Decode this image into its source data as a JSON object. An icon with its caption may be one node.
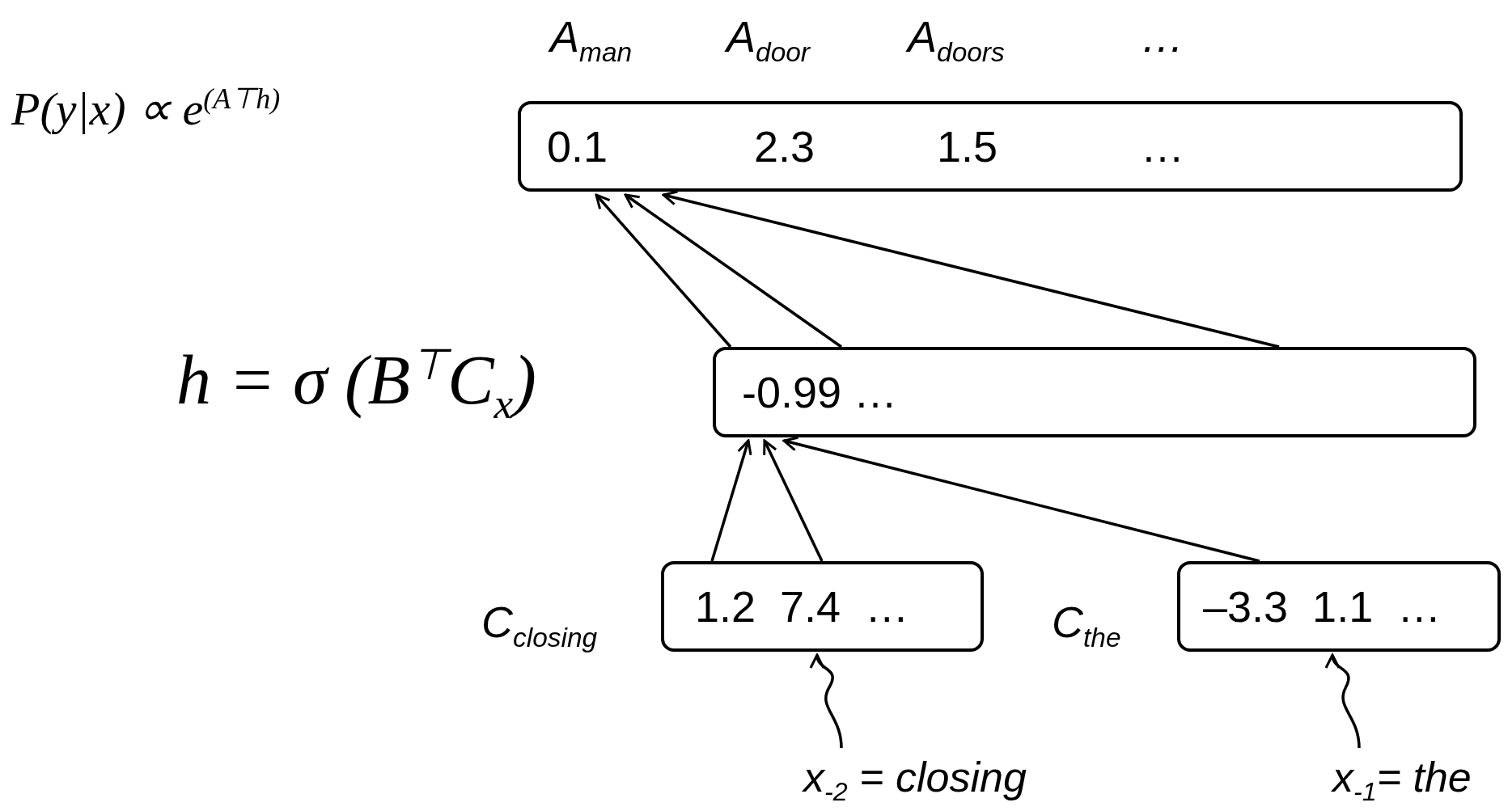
{
  "diagram": {
    "nodes": [
      {
        "text": [
          "0.1",
          "2.3",
          "1.5",
          "…"
        ]
      },
      {
        "text": [
          "-0.99 …"
        ]
      },
      {
        "text": [
          "1.2  7.4  …"
        ]
      },
      {
        "text": [
          "–3.3  1.1  …"
        ]
      },
      {
        "text": [
          "x$_{-2}$ = closing"
        ]
      },
      {
        "text": [
          "x$_{-1}$= the"
        ]
      }
    ],
    "edges": [
      {
        "from": 1,
        "to": 0,
        "arrow": "to"
      },
      {
        "from": 1,
        "to": 0,
        "arrow": "to"
      },
      {
        "from": 1,
        "to": 0,
        "arrow": "to"
      },
      {
        "from": 2,
        "to": 1,
        "arrow": "to"
      },
      {
        "from": 2,
        "to": 1,
        "arrow": "to"
      },
      {
        "from": 3,
        "to": 1,
        "arrow": "to"
      },
      {
        "from": 4,
        "to": 2,
        "arrow": "to"
      },
      {
        "from": 5,
        "to": 3,
        "arrow": "to"
      }
    ],
    "labels": [
      "A$_{man}$",
      "A$_{door}$",
      "A$_{doors}$",
      "…",
      "P(y|x) ∝ e$^{(A⊤h)}$",
      "h = σ (B$^{⊤}$C$_{x}$)",
      "C$_{closing}$",
      "C$_{the}$"
    ]
  }
}
